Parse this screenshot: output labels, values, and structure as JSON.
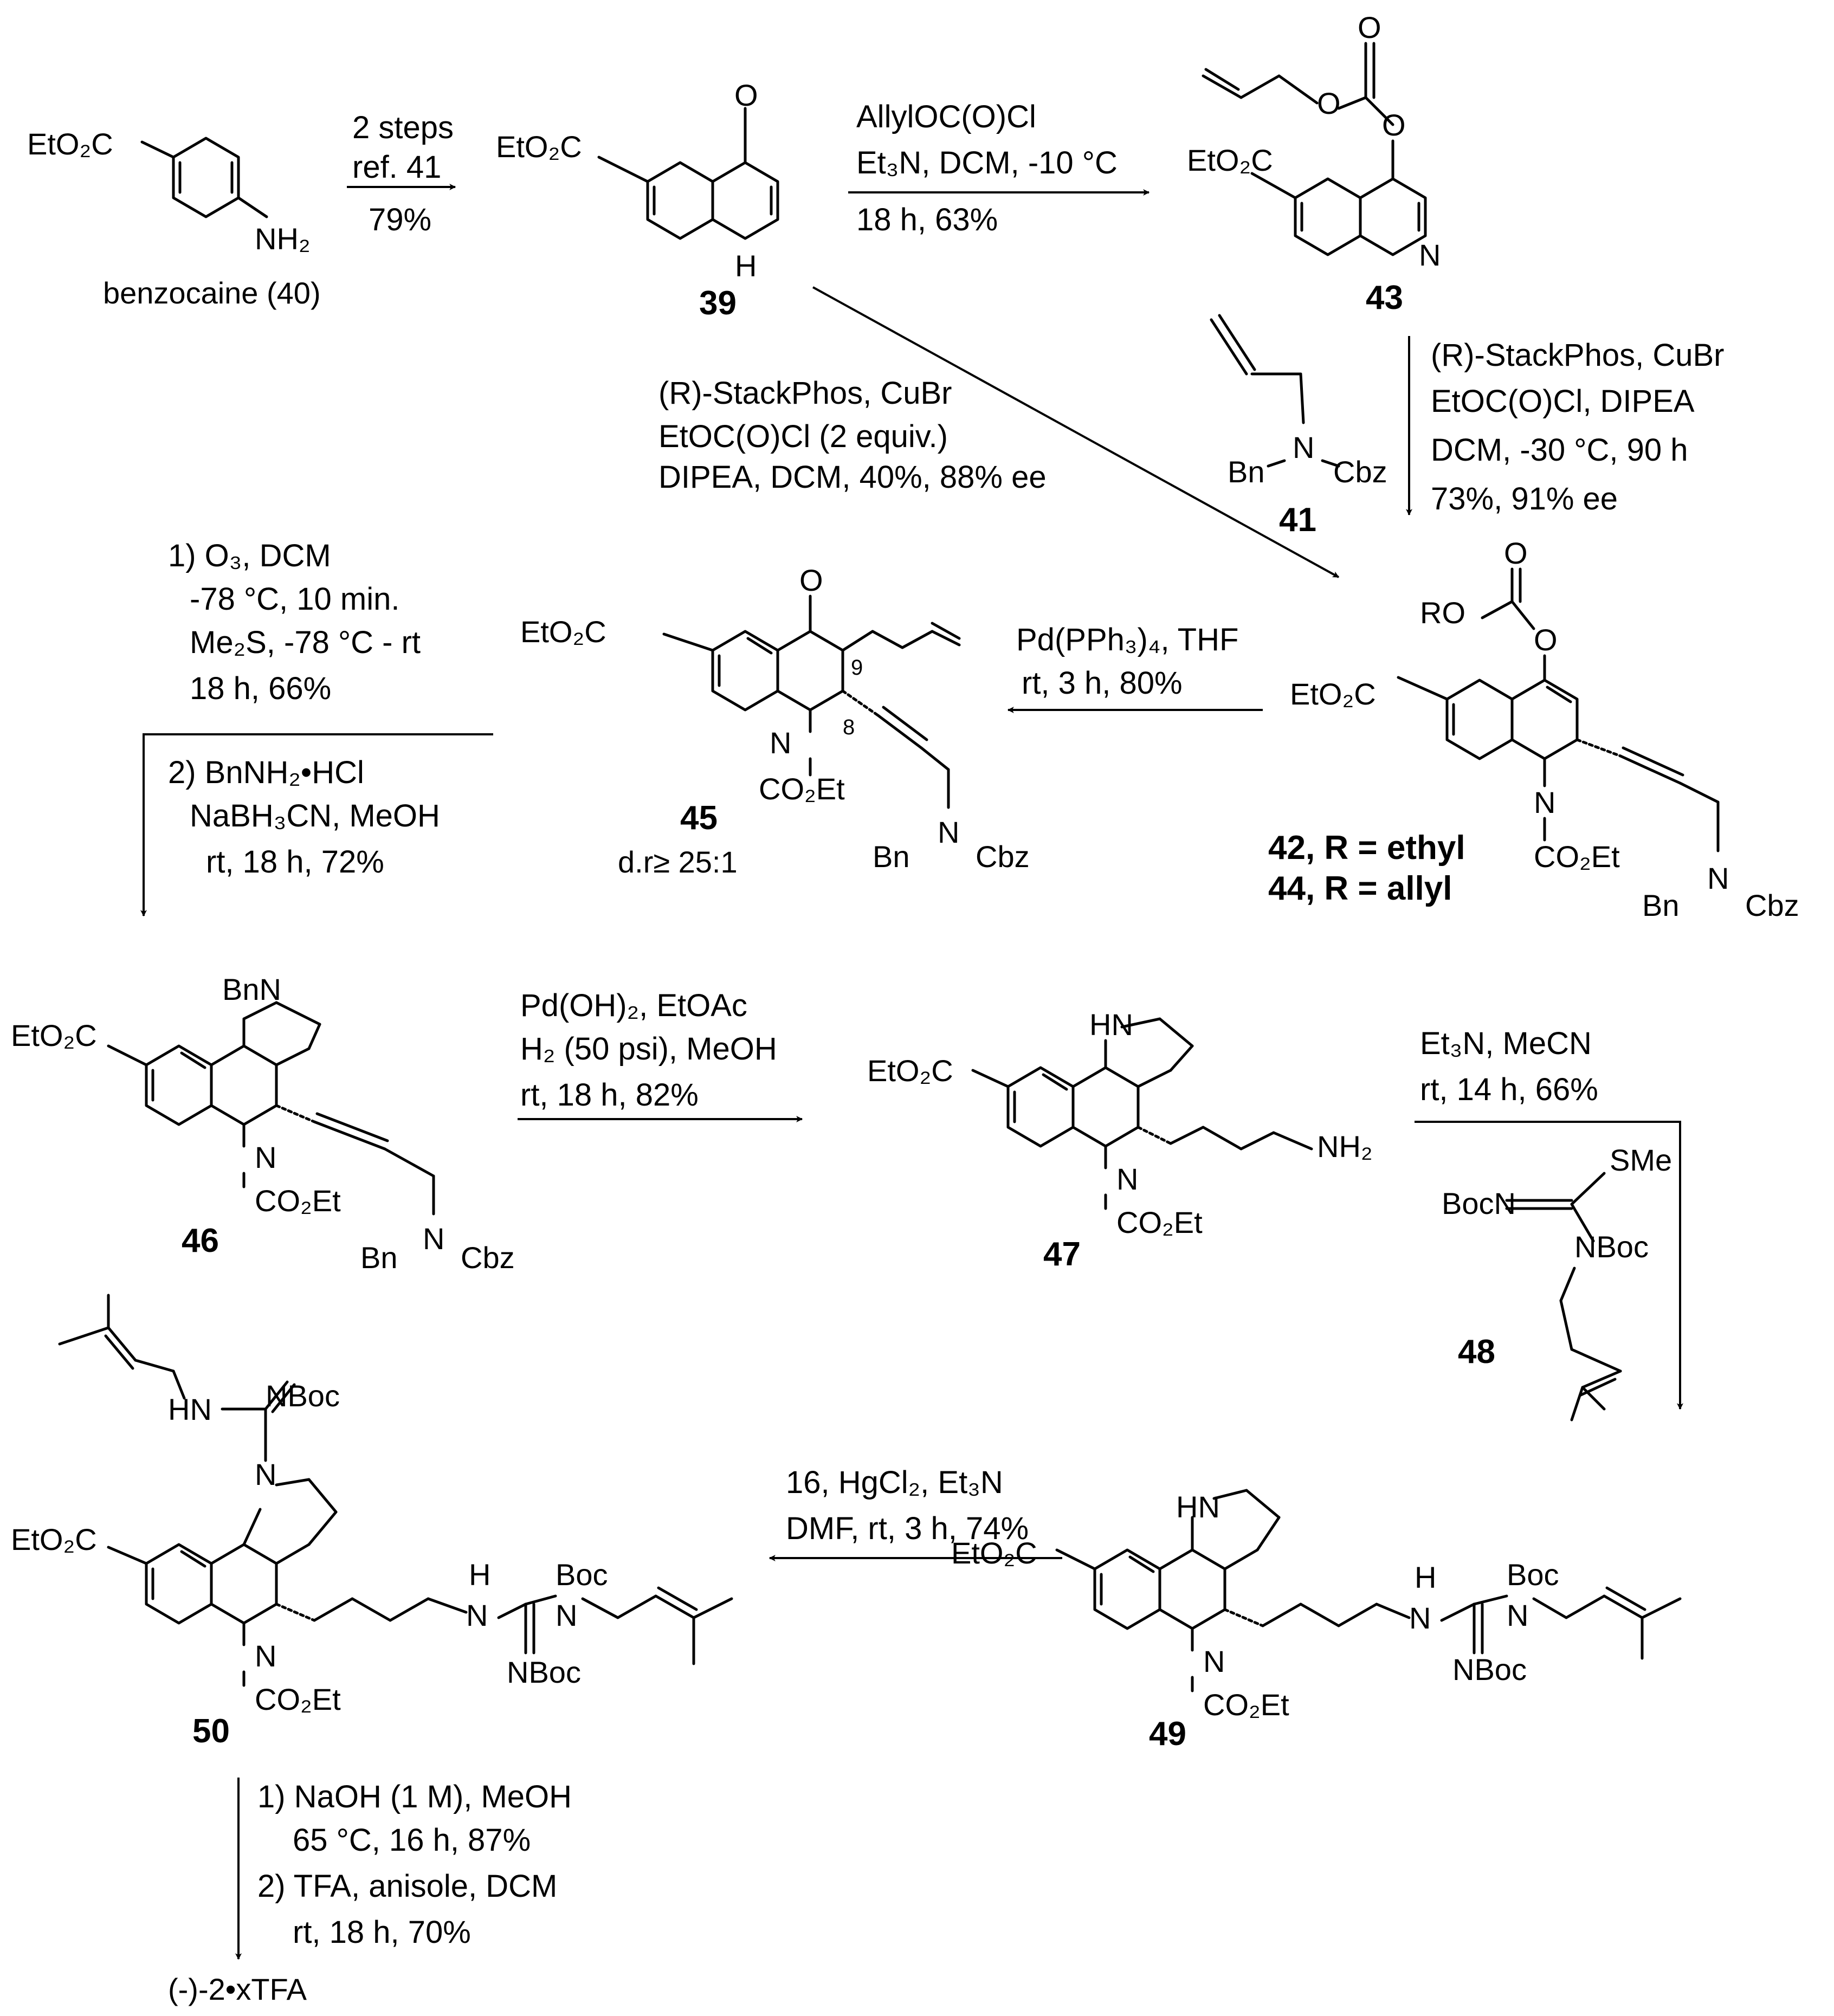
{
  "compounds": {
    "benzocaine_substituent": "EtO₂C",
    "benzocaine_amine": "NH₂",
    "benzocaine_name": "benzocaine (40)",
    "c39": "39",
    "c39_NH": "H",
    "c43": "43",
    "c41": "41",
    "c45": "45",
    "c45_dr": "d.r≥ 25:1",
    "c45_pos9": "9",
    "c45_pos8": "8",
    "c42_label": "42, R = ethyl",
    "c44_label": "44, R = allyl",
    "c46": "46",
    "c47": "47",
    "c48": "48",
    "c49": "49",
    "c50": "50",
    "final_product": "(-)-2•xTFA"
  },
  "groups": {
    "ester": "EtO₂C",
    "carbamate": "CO₂Et",
    "oxo": "O",
    "n": "N",
    "bn": "Bn",
    "cbz": "Cbz",
    "ro": "RO",
    "bnn": "BnN",
    "hn": "HN",
    "nh2": "NH₂",
    "boc": "Boc",
    "nboc": "NBoc",
    "bocn": "BocN",
    "sme": "SMe",
    "h": "H"
  },
  "conditions": {
    "step1": [
      "2 steps",
      "ref. 41",
      "79%"
    ],
    "step2": [
      "AllylOC(O)Cl",
      "Et₃N, DCM, -10 °C",
      "18 h, 63%"
    ],
    "step3": [
      "(R)-StackPhos, CuBr",
      "EtOC(O)Cl (2 equiv.)",
      "DIPEA, DCM, 40%, 88% ee"
    ],
    "step4": [
      "(R)-StackPhos, CuBr",
      "EtOC(O)Cl, DIPEA",
      "DCM, -30 °C, 90 h",
      "73%, 91% ee"
    ],
    "step5": [
      "Pd(PPh₃)₄, THF",
      "rt, 3 h, 80%"
    ],
    "step6": [
      "1) O₃, DCM",
      "-78 °C, 10 min.",
      "Me₂S, -78 °C - rt",
      "18 h, 66%",
      "2) BnNH₂•HCl",
      "NaBH₃CN, MeOH",
      "rt, 18 h, 72%"
    ],
    "step7": [
      "Pd(OH)₂, EtOAc",
      "H₂ (50 psi), MeOH",
      "rt, 18 h, 82%"
    ],
    "step8": [
      "Et₃N, MeCN",
      "rt, 14 h, 66%"
    ],
    "step9": [
      "16, HgCl₂, Et₃N",
      "DMF, rt, 3 h, 74%"
    ],
    "step10": [
      "1) NaOH (1 M), MeOH",
      "65 °C, 16 h, 87%",
      "2) TFA, anisole, DCM",
      "rt, 18 h, 70%"
    ]
  }
}
